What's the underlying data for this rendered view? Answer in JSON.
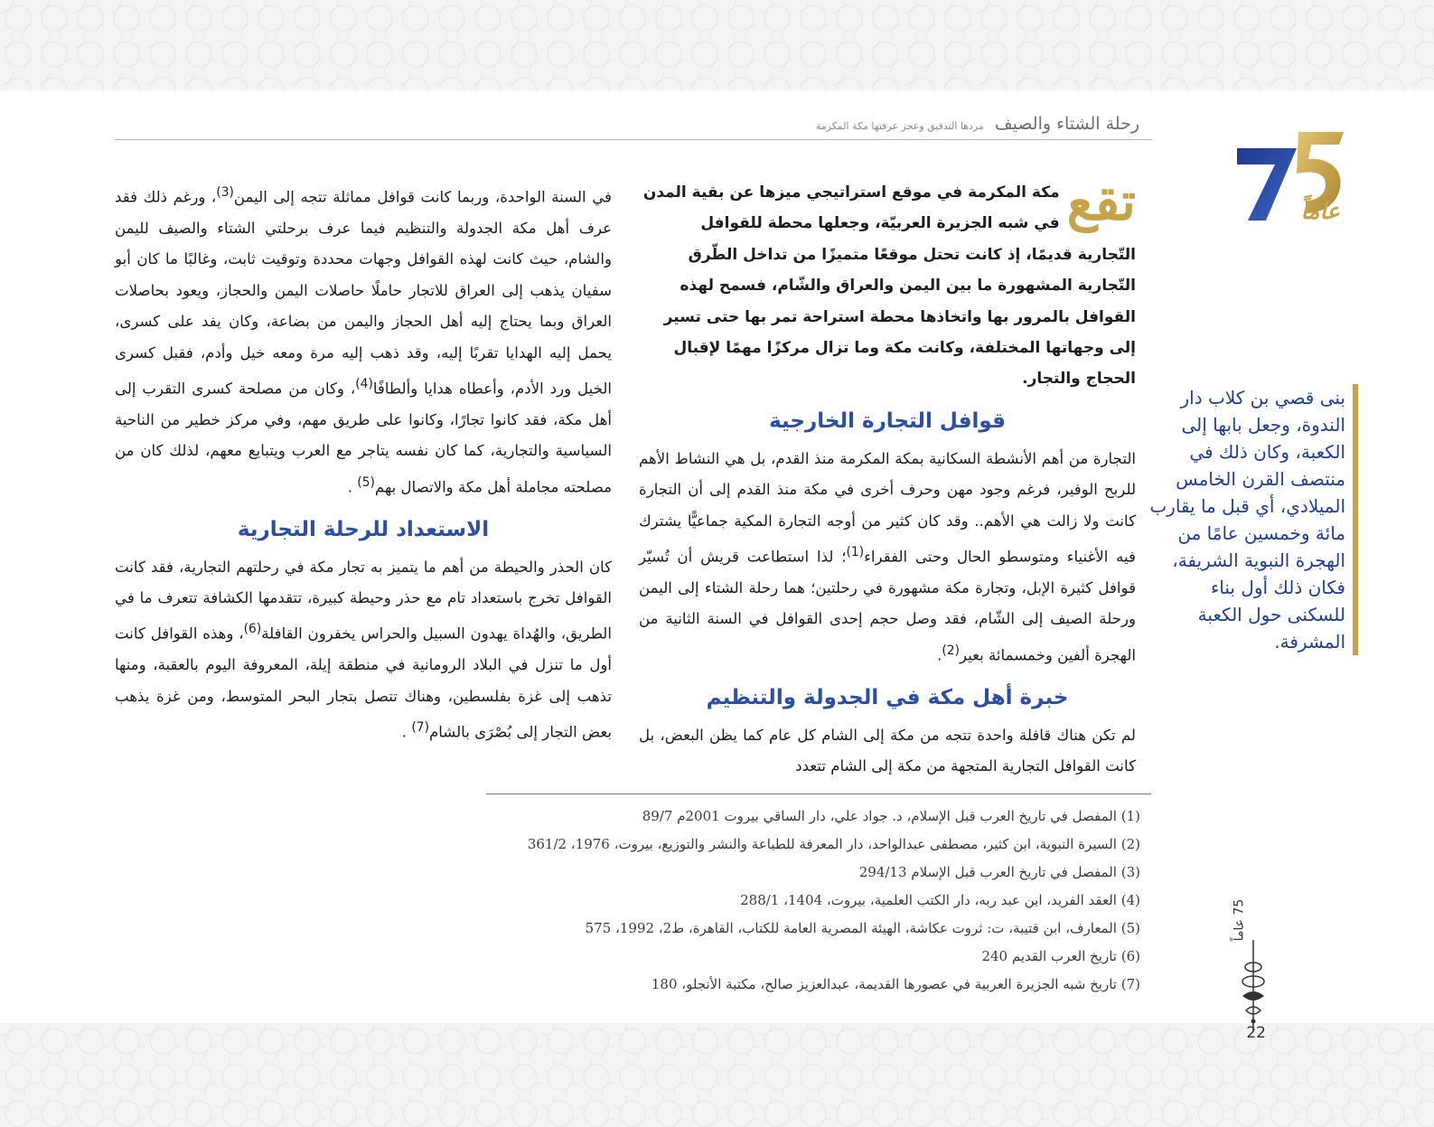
{
  "header": {
    "title": "رحلة الشتاء والصيف",
    "subtitle": "مردها التدقيق وعجز عرفتها مكة المكرمة"
  },
  "logo": {
    "text": "عاماً"
  },
  "sidebar": {
    "text": "بنى قصي بن كلاب دار الندوة، وجعل بابها إلى الكعبة، وكان ذلك في منتصف القرن الخامس الميلادي، أي قبل ما يقارب مائة وخمسين عامًا من الهجرة النبوية الشريفة، فكان ذلك أول بناء للسكنى حول الكعبة المشرفة."
  },
  "intro": {
    "dropcap": "تقع",
    "text": "مكة المكرمة في موقع استراتيجي ميزها عن بقية المدن في شبه الجزيرة العربيّة، وجعلها محطة للقوافل التّجارية قديمًا، إذ كانت تحتل موقعًا متميزًا من تداخل الطّرق التّجارية المشهورة ما بين اليمن والعراق والشّام، فسمح لهذه القوافل بالمرور بها واتخاذها محطة استراحة تمر بها حتى تسير إلى وجهاتها المختلفة، وكانت مكة وما تزال مركزًا مهمًا لإقبال الحجاج والتجار."
  },
  "sections": {
    "foreign_caravans": {
      "heading": "قوافل التجارة الخارجية",
      "p_a": "التجارة من أهم الأنشطة السكانية بمكة المكرمة منذ القدم، بل هي النشاط الأهم للربح الوفير، فرغم وجود مهن وحرف أخرى في مكة منذ القدم إلى أن التجارة كانت ولا زالت هي الأهم.. وقد كان كثير من أوجه التجارة المكية جماعيًّا يشترك فيه الأغنياء ومتوسطو الحال وحتى الفقراء",
      "ref_a": "(1)",
      "p_b": "؛ لذا استطاعت قريش أن تُسيّر قوافل كثيرة الإبل، وتجارة مكة مشهورة في رحلتين؛ هما رحلة الشتاء إلى اليمن ورحلة الصيف إلى الشّام، فقد وصل حجم إحدى القوافل في السنة الثانية من الهجرة ألفين وخمسمائة بعير",
      "ref_b": "(2)",
      "p_c": "."
    },
    "scheduling": {
      "heading": "خبرة أهل مكة في الجدولة والتنظيم",
      "p": "لم تكن هناك قافلة واحدة تتجه من مكة إلى الشام كل عام كما يظن البعض، بل كانت القوافل التجارية المتجهة من مكة إلى الشام تتعدد"
    },
    "continued": {
      "p_a": "في السنة الواحدة، وربما كانت قوافل مماثلة تتجه إلى اليمن",
      "ref_a": "(3)",
      "p_b": "، ورغم ذلك فقد عرف أهل مكة الجدولة والتنظيم فيما عرف برحلتي الشتاء والصيف لليمن والشام، حيث كانت لهذه القوافل وجهات محددة وتوقيت ثابت، وغالبًا ما كان أبو سفيان يذهب إلى العراق للاتجار حاملًا حاصلات اليمن والحجاز، ويعود بحاصلات العراق وبما يحتاج إليه أهل الحجاز واليمن من بضاعة، وكان يفد على كسرى، يحمل إليه الهدايا تقربًا إليه، وقد ذهب إليه مرة ومعه خيل وأدم، فقبل كسرى الخيل ورد الأدم، وأعطاه هدايا وألطافًا",
      "ref_b": "(4)",
      "p_c": "، وكان من مصلحة كسرى التقرب إلى أهل مكة، فقد كانوا تجارًا، وكانوا على طريق مهم، وفي مركز خطير من الناحية السياسية والتجارية، كما كان نفسه يتاجر مع العرب ويتبايع معهم، لذلك كان من مصلحته مجاملة أهل مكة والاتصال بهم",
      "ref_c": "(5)",
      "p_d": " ."
    },
    "preparation": {
      "heading": "الاستعداد للرحلة التجارية",
      "p_a": "كان الحذر والحيطة من أهم ما يتميز به تجار مكة في رحلتهم التجارية، فقد كانت القوافل تخرج باستعداد تام مع حذر وحيطة كبيرة، تتقدمها الكشافة تتعرف ما في الطريق، والهُداة يهدون السبيل والحراس يخفرون القافلة",
      "ref_a": "(6)",
      "p_b": "، وهذه القوافل كانت أول ما تنزل في البلاد الرومانية في منطقة إيلة، المعروفة اليوم بالعقبة، ومنها تذهب إلى غزة بفلسطين، وهناك تتصل بتجار البحر المتوسط، ومن غزة يذهب بعض التجار إلى بُصْرَى بالشام",
      "ref_b": "(7)",
      "p_c": " ."
    }
  },
  "footnotes": [
    "(1) المفصل في تاريخ العرب قبل الإسلام، د. جواد علي، دار الساقي بيروت 2001م 89/7",
    "(2) السيرة النبوية، ابن كثير، مصطفى عبدالواحد، دار المعرفة للطباعة والنشر والتوزيع، بيروت، 1976، 361/2",
    "(3) المفصل في تاريخ العرب قبل الإسلام 294/13",
    "(4) العقد الفريد، ابن عبد ربه، دار الكتب العلمية، بيروت، 1404، 288/1",
    "(5) المعارف، ابن قتيبة، ت: ثروت عكاشة، الهيئة المصرية العامة للكتاب، القاهرة، ط2، 1992، 575",
    "(6) تاريخ العرب القديم 240",
    "(7) تاريخ شبه الجزيرة العربية في عصورها القديمة، عبدالعزيز صالح، مكتبة الأنجلو، 180"
  ],
  "margin_label": "75 عاماً",
  "page_number": "22",
  "colors": {
    "gold": "#c6a349",
    "blue": "#2c4fa3",
    "sidebar_blue": "#1e3f95"
  }
}
